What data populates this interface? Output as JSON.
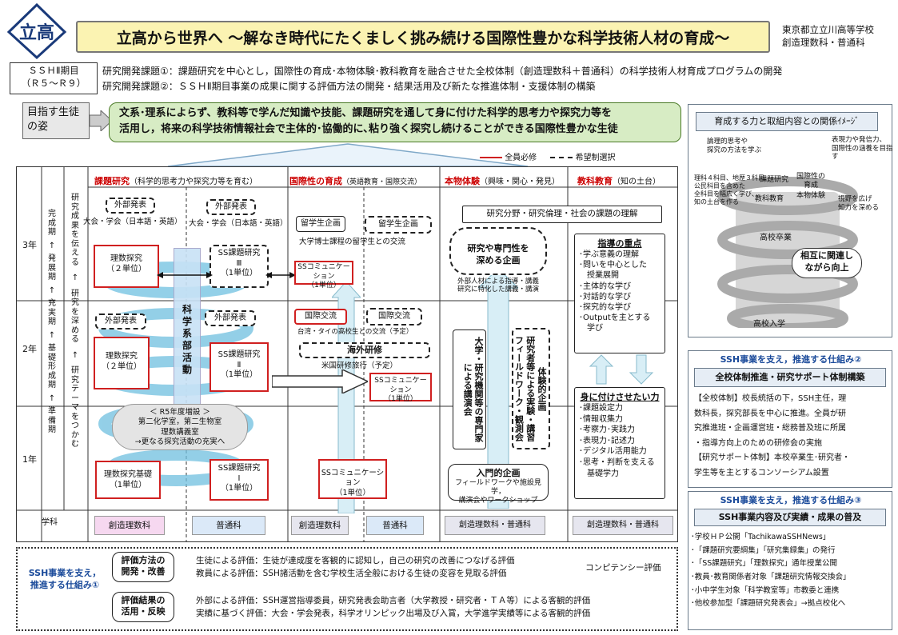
{
  "logo_text": "立高",
  "title": "立高から世界へ ～解なき時代にたくましく挑み続ける国際性豊かな科学技術人材の育成～",
  "school": [
    "東京都立立川高等学校",
    "創造理数科・普通科"
  ],
  "period": [
    "ＳＳＨⅡ期目",
    "（Ｒ５～Ｒ９）"
  ],
  "themes": [
    "研究開発課題①：課題研究を中心とし，国際性の育成･本物体験･教科教育を融合させた全校体制（創造理数科＋普通科）の科学技術人材育成プログラムの開発",
    "研究開発課題②：ＳＳＨⅡ期目事業の成果に関する評価方法の開発・結果活用及び新たな推進体制・支援体制の構築"
  ],
  "goal": {
    "label": "目指す生徒の姿",
    "text": [
      "文系･理系によらず、教科等で学んだ知識や技能、課題研究を通して身に付けた科学的思考力や探究力等を",
      "活用し，将来の科学技術情報社会で主体的･協働的に､粘り強く探究し続けることができる国際性豊かな生徒"
    ]
  },
  "legend": {
    "solid": "全員必修",
    "dashed": "希望制選択"
  },
  "columns": [
    {
      "title": "課題研究",
      "sub": "（科学的思考力や探究力等を育む）"
    },
    {
      "title": "国際性の育成",
      "sub": "（英語教育・国際交流）"
    },
    {
      "title": "本物体験",
      "sub": "（興味・関心・発見）"
    },
    {
      "title": "教科教育",
      "sub": "（知の土台）"
    }
  ],
  "years": [
    "3年",
    "2年",
    "1年"
  ],
  "stages": [
    "完成期",
    "↑",
    "発展期",
    "↑",
    "充実期",
    "↑",
    "基礎形成期",
    "↑",
    "準備期"
  ],
  "activities": [
    "研究成果を伝える",
    "↑",
    "研究を深める",
    "↑",
    "研究テーマをつかむ"
  ],
  "research": {
    "ext1": "外部発表",
    "ext1_sub": "大会・学会（日本語・英語）",
    "ext2": "外部発表",
    "ext2_sub": "大会・学会（日本語・英語）",
    "rs3": "理数探究\n（２単位）",
    "ss3": "SS課題研究\nⅢ\n（1単位）",
    "ext3": "外部発表",
    "ext4": "外部発表",
    "rs2": "理数探究\n（２単位）",
    "ss2": "SS課題研究\nⅡ\n（1単位）",
    "club": "科学系部活動",
    "cloud": "＜ R5年度増設 ＞\n第二化学室，第二生物室\n理数講義室\n→更なる探究活動の充実へ",
    "rs1": "理数探究基礎\n（1単位）",
    "ss1": "SS課題研究\nⅠ\n（1単位）"
  },
  "intl": {
    "ryu1": "留学生企画",
    "ryu2": "留学生企画",
    "ryu_sub": "大学博士課程の留学生との交流",
    "sc3": "SSコミュニケーション\n（1単位）",
    "koku1": "国際交流",
    "koku2": "国際交流",
    "koku_sub": "台湾・タイの高校生との交流（予定）",
    "kaigai": "海外研修",
    "kaigai_sub": "米国研修旅行（予定）",
    "sc2": "SSコミュニケーション\n（1単位）",
    "sc1": "SSコミュニケーション\n（1単位）"
  },
  "real": {
    "understand": "研究分野・研究倫理・社会の課題の理解",
    "deep": "研究や専門性を\n深める企画",
    "deep_sub": "外部人材による指導・講義\n研究に特化した講義・講演",
    "univ": "大学・研究機関等の専門家による講演会",
    "field": "体験的企画\n研究者等による実験・講習\nフィールドワーク・観測会",
    "intro": "入門的企画",
    "intro_sub": "フィールドワークや施設見学，\n講演会やワークショップ"
  },
  "subject": {
    "focus_title": "指導の重点",
    "focus_items": [
      "･学ぶ意義の理解",
      "･問いを中心とした",
      "　授業展開",
      "･主体的な学び",
      "･対話的な学び",
      "･探究的な学び",
      "･Outputを主とする",
      "　学び"
    ],
    "skills_title": "身に付けさせたい力",
    "skills_items": [
      "･課題設定力",
      "･情報収集力",
      "･考察力･実践力",
      "･表現力･記述力",
      "･デジタル活用能力",
      "･思考・判断を支える",
      "　基礎学力"
    ]
  },
  "footer_row": {
    "label": "学科",
    "cells": [
      "創造理数科",
      "普通科",
      "創造理数科",
      "普通科",
      "創造理数科・普通科",
      "創造理数科・普通科"
    ]
  },
  "bottom": {
    "side": "SSH事業を支え，\n推進する仕組み①",
    "b1": "評価方法の\n開発・改善",
    "b1_lines": [
      "生徒による評価：生徒が達成度を客観的に認知し，自己の研究の改善につなげる評価",
      "教員による評価：SSH諸活動を含む学校生活全般における生徒の変容を見取る評価"
    ],
    "b1_right": "コンピテンシー評価",
    "b2": "評価結果の\n活用・反映",
    "b2_lines": [
      "外部による評価：SSH運営指導委員，研究発表会助言者（大学教授・研究者・ＴＡ等）による客観的評価",
      "実績に基づく評価：大会・学会発表，科学オリンピック出場及び入賞，大学進学実績等による客観的評価"
    ]
  },
  "right": {
    "p1_title": "育成する力と取組内容との関係ｲﾒｰｼﾞ",
    "spiral_left_top": "論理的思考や\n探究の方法を学ぶ",
    "spiral_right_top": "表現力や発信力、\n国際性の涵養を目指す",
    "spiral_left_mid": "理科４科目、地歴３科目、\n公民科目を含めた\n全科目を幅広く学び、\n知の土台を作る",
    "spiral_right_mid": "視野を広げ\n知力を深める",
    "lab_kadai": "課題研究",
    "lab_kokusai": "国際性の\n育成",
    "lab_kyouka": "教科教育",
    "lab_honmono": "本物体験",
    "grad": "高校卒業",
    "mutual": "相互に関連し\nながら向上",
    "enter": "高校入学",
    "p2_title": "SSH事業を支え，推進する仕組み②",
    "p2_head": "全校体制推進・研究サポート体制構築",
    "p2_text": [
      "【全校体制】校長統括の下，SSH主任，理",
      "数科長，探究部長を中心に推進。全員が研",
      "究推進班・企画運営班・総務普及班に所属",
      "・指導方向上のための研修会の実施",
      "【研究サポート体制】本校卒業生･研究者・",
      "学生等を主とするコンソーシアム設置"
    ],
    "p3_title": "SSH事業を支え，推進する仕組み③",
    "p3_head": "SSH事業内容及び実績・成果の普及",
    "p3_text": [
      "･学校ＨＰ公開「TachikawaSSHNews」",
      "･「課題研究要綱集」「研究集録集」の発行",
      "･「SS課題研究」「理数探究」通年授業公開",
      "･教員･教育関係者対象「課題研究情報交換会」",
      "･小中学生対象「科学教室等」市教委と連携",
      "･他校参加型「課題研究発表会」→拠点校化へ"
    ]
  }
}
